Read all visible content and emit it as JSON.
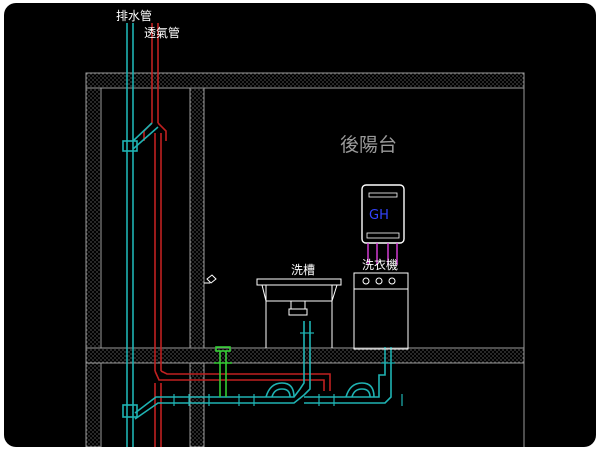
{
  "labels": {
    "drain_pipe": "排水管",
    "vent_pipe": "透氣管",
    "rear_balcony": "後陽台",
    "sink": "洗槽",
    "washer": "洗衣機",
    "heater_mark": "GH"
  },
  "colors": {
    "background": "#000000",
    "wall": "#9a9a9a",
    "drain": "#1fb3b3",
    "vent": "#c02020",
    "trap": "#33cc33",
    "label": "#ffffff",
    "balcony_label": "#9a9a9a",
    "heater_mark": "#3344ff",
    "heater_connector": "#e040e0"
  }
}
